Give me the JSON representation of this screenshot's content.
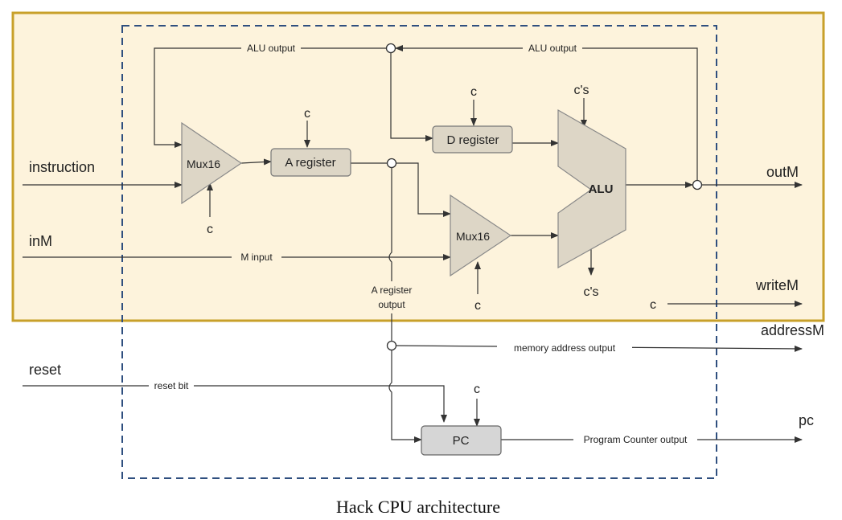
{
  "caption": "Hack CPU architecture",
  "inputs": {
    "instruction": "instruction",
    "inM": "inM",
    "reset": "reset"
  },
  "outputs": {
    "outM": "outM",
    "writeM": "writeM",
    "addressM": "addressM",
    "pc": "pc"
  },
  "components": {
    "mux_a": "Mux16",
    "mux_b": "Mux16",
    "a_register": "A register",
    "d_register": "D register",
    "alu": "ALU",
    "pc": "PC"
  },
  "wire_labels": {
    "alu_output_left": "ALU output",
    "alu_output_right": "ALU output",
    "m_input": "M input",
    "a_register_output_1": "A register",
    "a_register_output_2": "output",
    "memory_address_output": "memory address output",
    "reset_bit": "reset bit",
    "program_counter_output": "Program Counter output"
  },
  "control_labels": {
    "c": "c",
    "cs": "c's"
  },
  "colors": {
    "highlight_fill": "#fdf3dc",
    "highlight_border": "#c8a02a",
    "dashed_border": "#2f4f7f",
    "component_fill": "#ddd6c6",
    "pc_fill": "#d6d6d6"
  }
}
